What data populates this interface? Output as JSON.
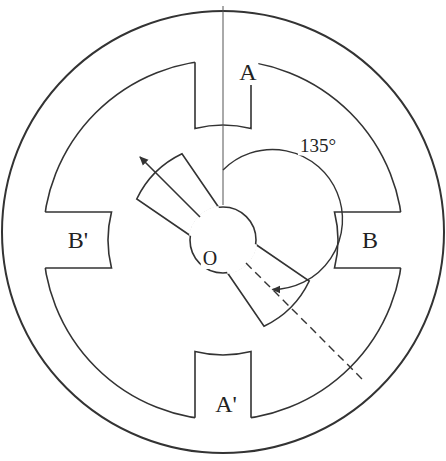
{
  "diagram": {
    "labels": [
      "A",
      "135°",
      "B'",
      "O",
      "B",
      "A'"
    ]
  }
}
